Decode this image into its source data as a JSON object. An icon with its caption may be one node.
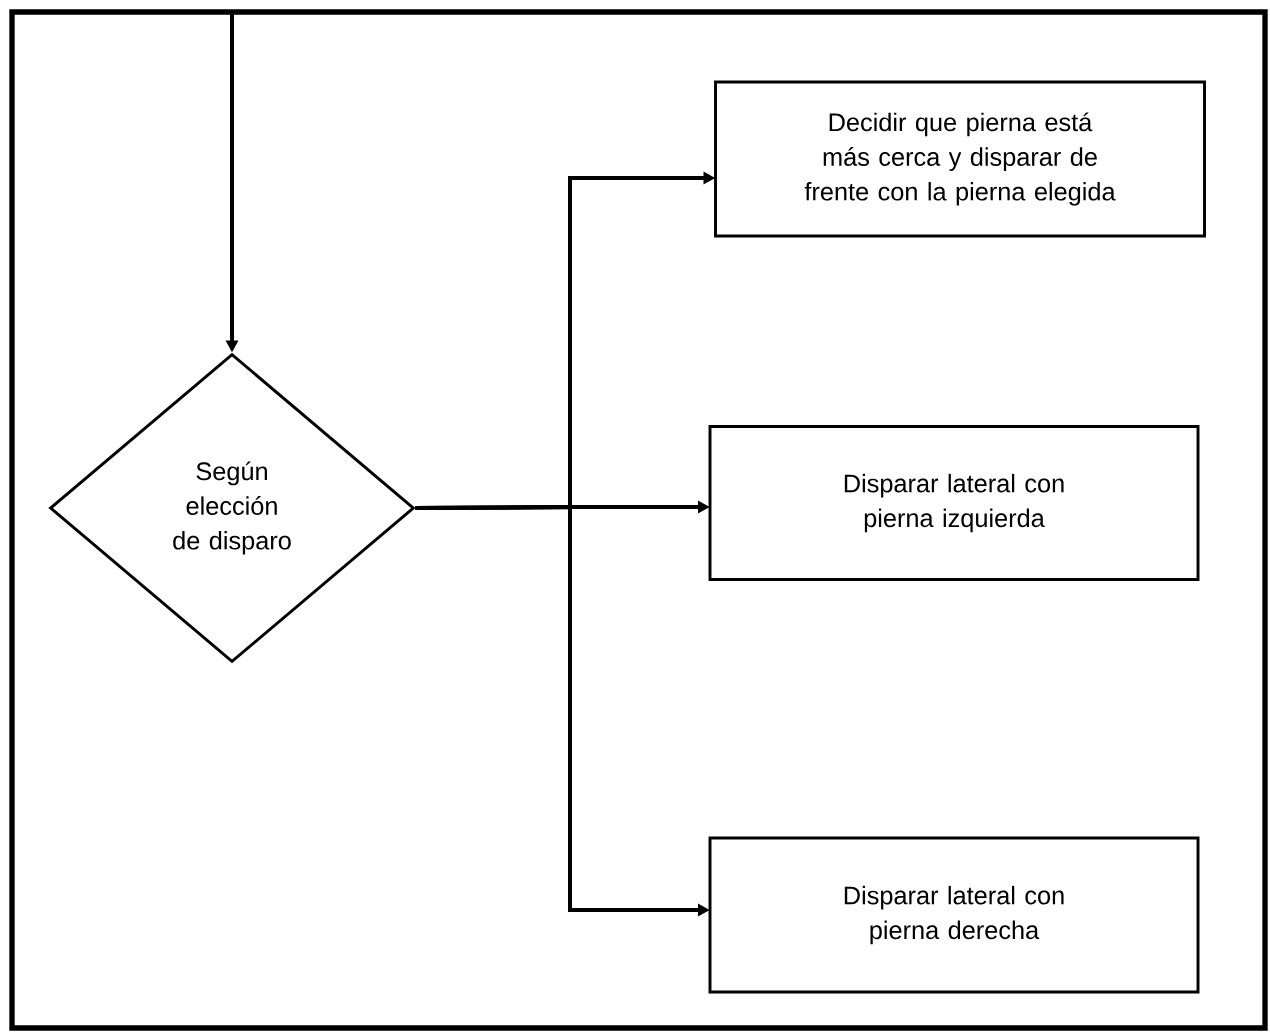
{
  "diagram": {
    "nodes": [
      {
        "text": [
          "Según elección de disparo"
        ]
      },
      {
        "text": [
          "Decidir que pierna está más cerca y disparar de frente con la pierna elegida"
        ]
      },
      {
        "text": [
          "Disparar lateral con pierna izquierda"
        ]
      },
      {
        "text": [
          "Disparar lateral con pierna derecha"
        ]
      }
    ],
    "edges": [
      {
        "from": null,
        "to": 0,
        "arrow": "to"
      },
      {
        "from": 0,
        "to": 1,
        "arrow": "to"
      },
      {
        "from": 0,
        "to": 2,
        "arrow": "to"
      },
      {
        "from": 0,
        "to": 3,
        "arrow": "to"
      }
    ]
  }
}
